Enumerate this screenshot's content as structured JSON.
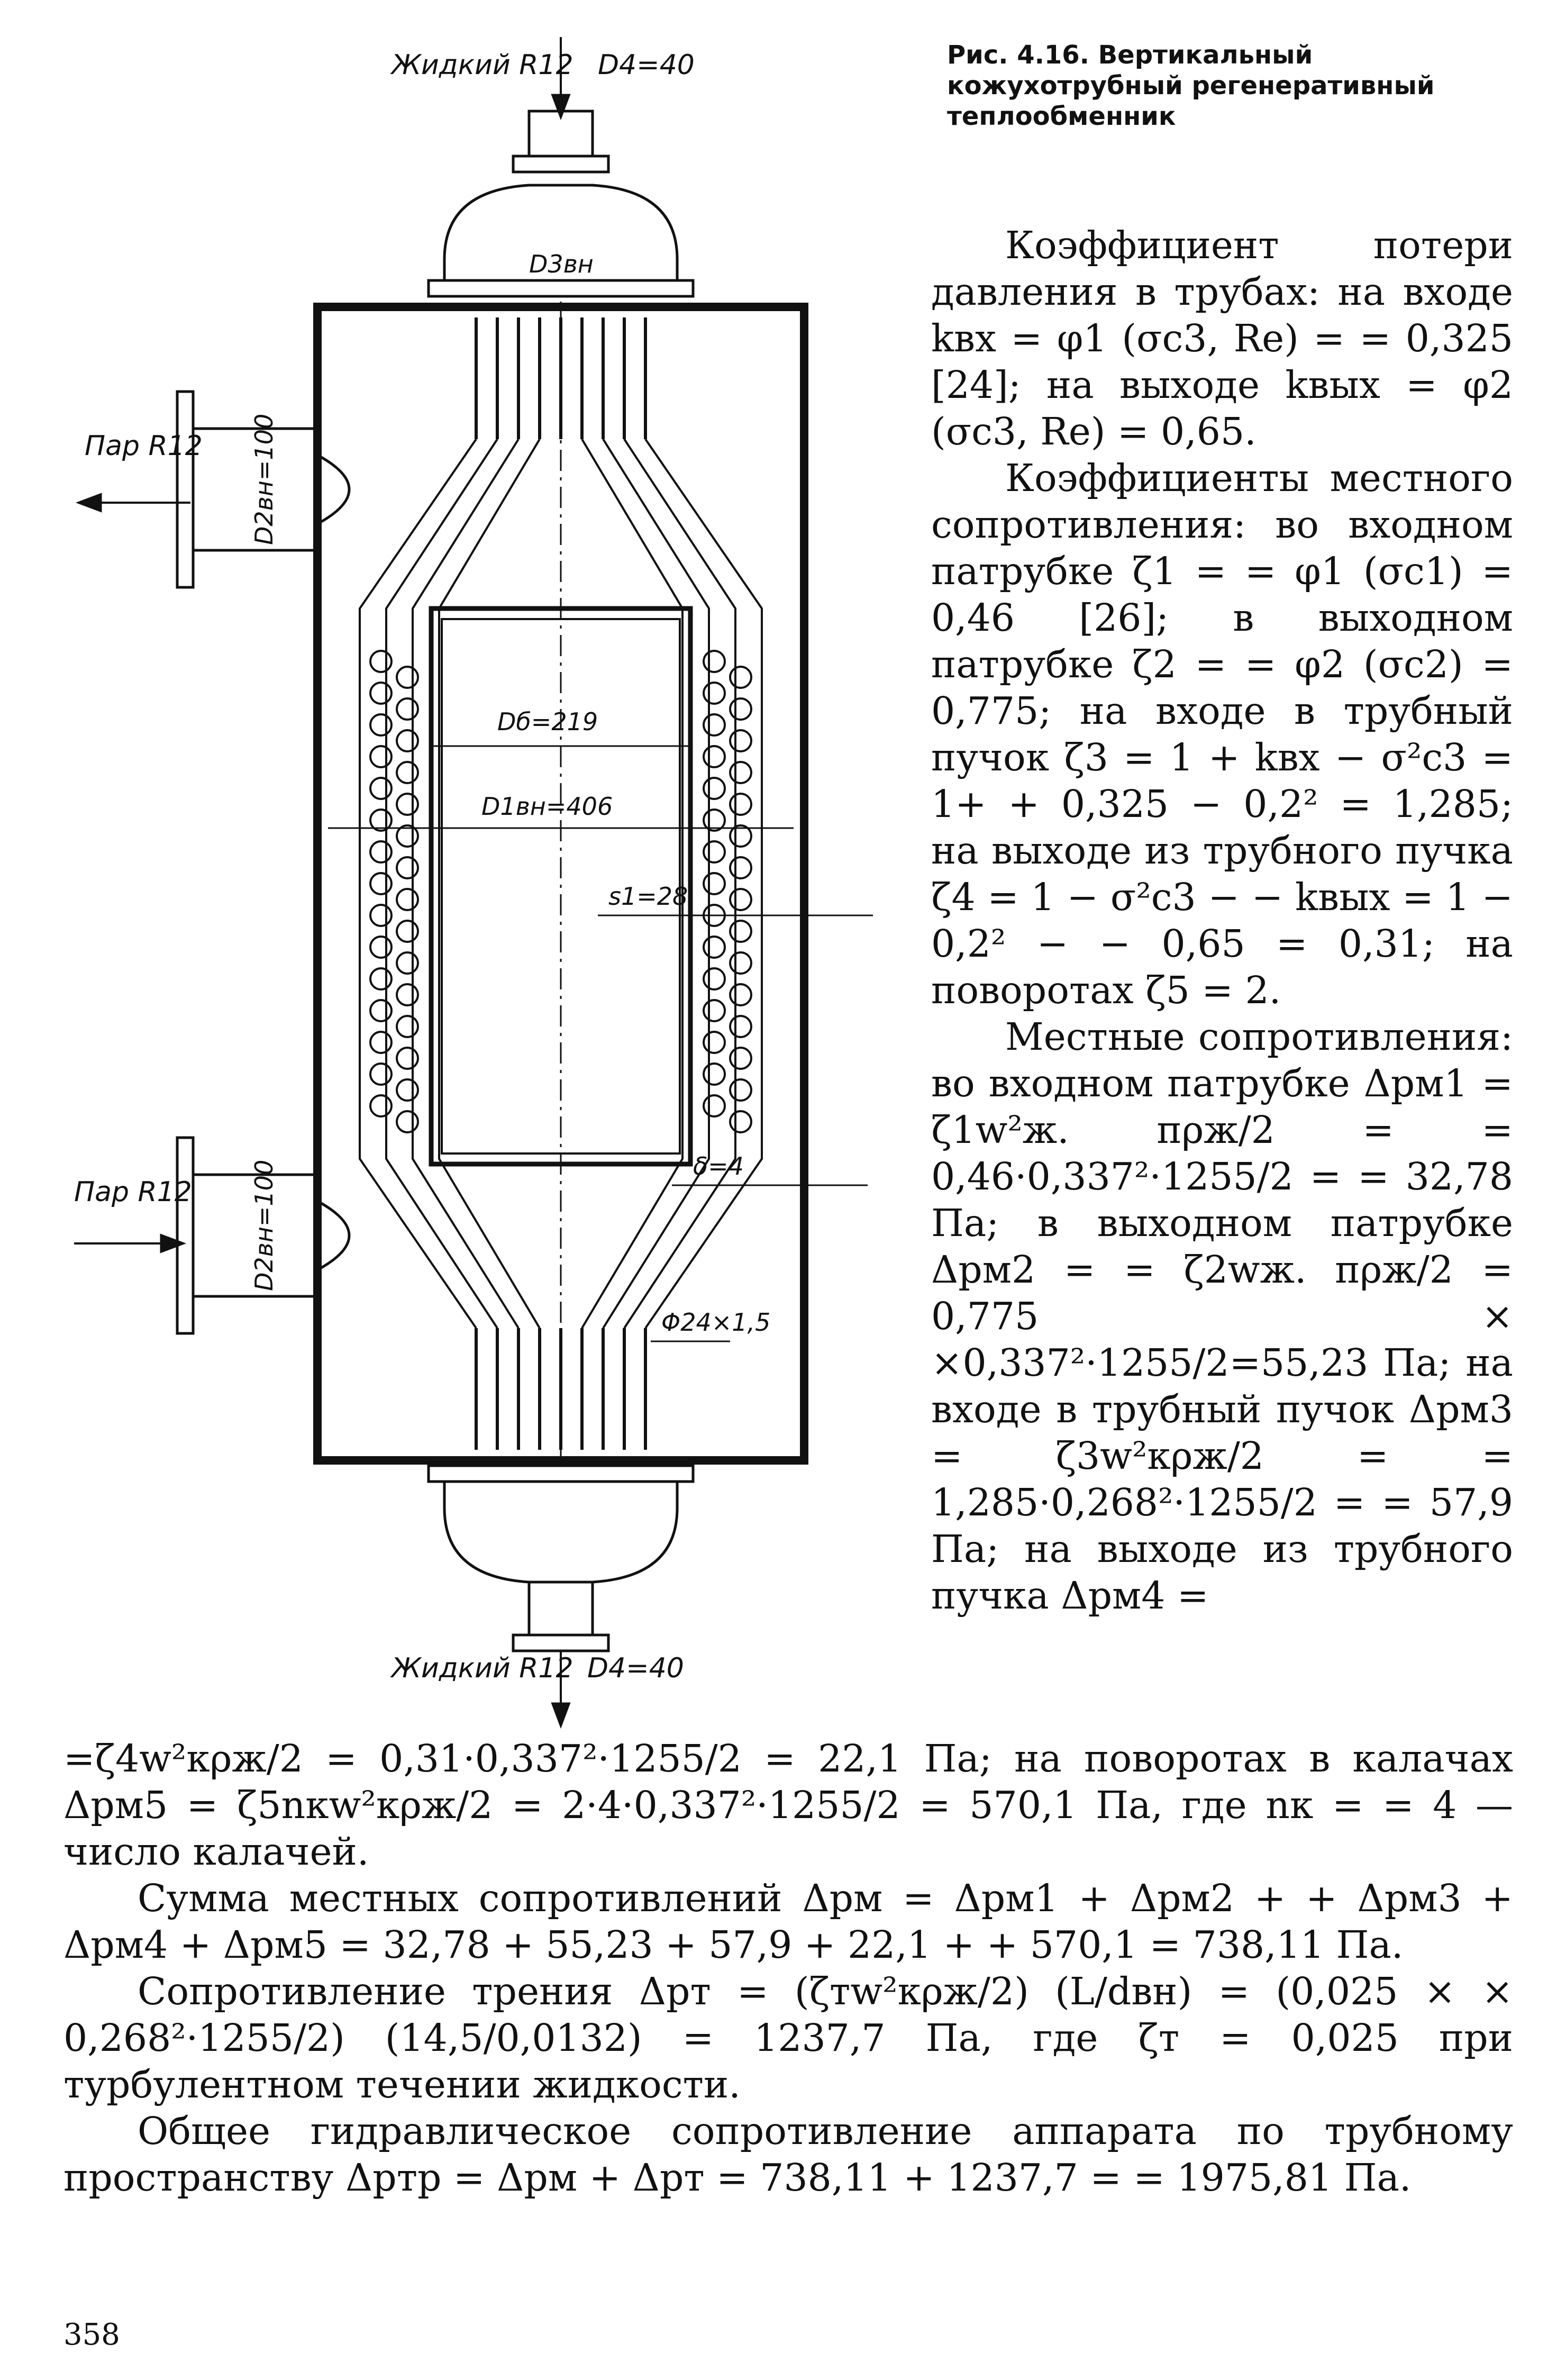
{
  "figure": {
    "caption": "Рис. 4.16. Вертикальный кожухотрубный регенеративный теплообменник",
    "labels": {
      "liquid_in": "Жидкий R12",
      "liquid_in_diameter": "D4=40",
      "inner_head": "D3вн",
      "steam_top": "Пар R12",
      "steam_top_diameter": "D2вн=100",
      "steam_bottom": "Пар R12",
      "steam_bottom_diameter": "D2вн=100",
      "drum_diameter": "Dб=219",
      "shell_diameter": "D1вн=406",
      "pitch": "s1=28",
      "wall": "δ=4",
      "tube": "Φ24×1,5",
      "liquid_out": "Жидкий R12",
      "liquid_out_diameter": "D4=40"
    }
  },
  "text": {
    "right_paragraphs": [
      "Коэффициент потери давления в трубах: на входе kвх = φ1 (σc3, Re) = = 0,325 [24]; на выходе kвых = φ2 (σc3, Re) = 0,65.",
      "Коэффициенты местного сопротивления: во входном патрубке ζ1 = = φ1 (σc1) = 0,46 [26]; в выходном патрубке ζ2 = = φ2 (σc2) = 0,775; на входе в трубный пучок ζ3 = 1 + kвх − σ²c3 = 1+ + 0,325 − 0,2² = 1,285; на выходе из трубного пучка ζ4 = 1 − σ²c3 − − kвых = 1 − 0,2² − − 0,65 = 0,31; на поворотах ζ5 = 2.",
      "Местные сопротивления: во входном патрубке Δpм1 = ζ1w²ж. пρж/2 = = 0,46·0,337²·1255/2 = = 32,78 Па; в выходном патрубке Δpм2 = = ζ2wж. пρж/2 = 0,775 × ×0,337²·1255/2=55,23 Па; на входе в трубный пучок Δpм3 = ζ3w²кρж/2 = = 1,285·0,268²·1255/2 = = 57,9 Па; на выходе из трубного пучка Δpм4 ="
    ],
    "full_paragraphs": [
      "=ζ4w²кρж/2 = 0,31·0,337²·1255/2 = 22,1 Па; на поворотах в калачах Δpм5 = ζ5nкw²кρж/2 = 2·4·0,337²·1255/2 = 570,1 Па, где nк = = 4 — число калачей.",
      "Сумма местных сопротивлений Δpм = Δpм1 + Δpм2 + + Δpм3 + Δpм4 + Δpм5 = 32,78 + 55,23 + 57,9 + 22,1 + + 570,1 = 738,11 Па.",
      "Сопротивление трения Δpт = (ζтw²кρж/2) (L/dвн) = (0,025 × × 0,268²·1255/2) (14,5/0,0132) = 1237,7 Па, где ζт = 0,025 при турбулентном течении жидкости.",
      "Общее гидравлическое сопротивление аппарата по трубному пространству Δpтр = Δpм + Δpт = 738,11 + 1237,7 = = 1975,81 Па."
    ],
    "page_number": "358"
  }
}
